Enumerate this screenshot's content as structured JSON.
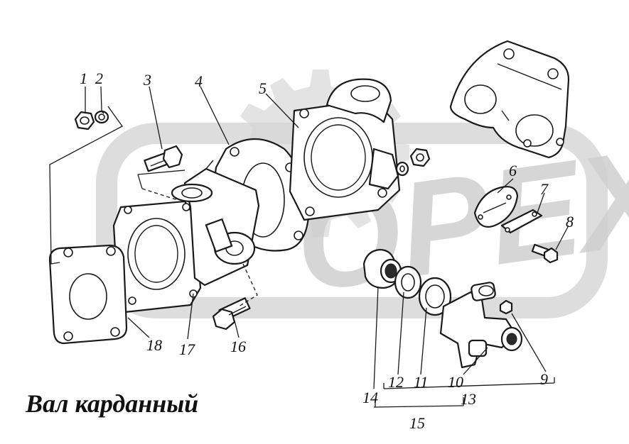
{
  "title": "Вал карданный",
  "watermark_text": "OPEX",
  "colors": {
    "line": "#1a1a1a",
    "watermark": "#d8d8d8",
    "background": "#ffffff"
  },
  "callouts": {
    "n1": "1",
    "n2": "2",
    "n3": "3",
    "n4": "4",
    "n5": "5",
    "n6": "6",
    "n7": "7",
    "n8": "8",
    "n9": "9",
    "n10": "10",
    "n11": "11",
    "n12": "12",
    "n13": "13",
    "n14": "14",
    "n15": "15",
    "n16": "16",
    "n17": "17",
    "n18": "18"
  }
}
